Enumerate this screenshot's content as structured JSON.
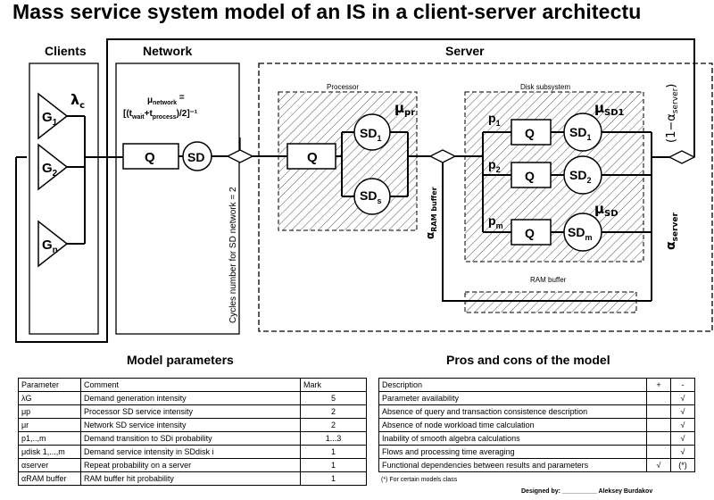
{
  "title": "Mass service system model of an IS in a client-server architectu",
  "diagram": {
    "sections": {
      "clients": "Clients",
      "network": "Network",
      "server": "Server"
    },
    "generators": [
      "G1",
      "G2",
      "Gn"
    ],
    "lambda_c": "λc",
    "mu_network_formula": [
      "μnetwork =",
      "[(twait+tprocess)/2]⁻¹"
    ],
    "network_queue": "Q",
    "network_sd": "SD",
    "cycles_label": "Cycles number for SD network = 2",
    "processor": {
      "label": "Processor",
      "queue": "Q",
      "sd1": "SD1",
      "sds": "SDs",
      "mu_pr": "μpr"
    },
    "alpha_ram_buffer": "αRAM buffer",
    "disk": {
      "label": "Disk subsystem",
      "probs": [
        "p1",
        "p2",
        "pm"
      ],
      "queues": [
        "Q",
        "Q",
        "Q"
      ],
      "sds": [
        "SD1",
        "SD2",
        "SDm"
      ],
      "mu_sd1": "μSD1",
      "mu_sd": "μSD"
    },
    "alpha_server": "αserver",
    "one_minus_alpha_server": "(1−αserver)",
    "ram_buffer": "RAM buffer"
  },
  "model_parameters": {
    "title": "Model parameters",
    "header": [
      "Parameter",
      "Comment",
      "Mark"
    ],
    "rows": [
      [
        "λG",
        "Demand generation intensity",
        "5"
      ],
      [
        "μp",
        "Processor SD service intensity",
        "2"
      ],
      [
        "μr",
        "Network SD service intensity",
        "2"
      ],
      [
        "p1,..,m",
        "Demand transition to SDi probability",
        "1...3"
      ],
      [
        "μdisk 1,...,m",
        "Demand service intensity in SDdisk i",
        "1"
      ],
      [
        "αserver",
        "Repeat probability on a server",
        "1"
      ],
      [
        "αRAM buffer",
        "RAM buffer hit probability",
        "1"
      ]
    ]
  },
  "pros_cons": {
    "title": "Pros and cons of the model",
    "header": [
      "Description",
      "+",
      "-"
    ],
    "rows": [
      [
        "Parameter availability",
        "",
        "√"
      ],
      [
        "Absence of query and transaction consistence description",
        "",
        "√"
      ],
      [
        "Absence of node workload time calculation",
        "",
        "√"
      ],
      [
        "Inability of smooth algebra calculations",
        "",
        "√"
      ],
      [
        "Flows and processing time averaging",
        "",
        "√"
      ],
      [
        "Functional dependencies between results and parameters",
        "√",
        "(*)"
      ]
    ],
    "footnote": "(*) For certain models class"
  },
  "designer": "Designed by: __________ Aleksey Burdakov"
}
